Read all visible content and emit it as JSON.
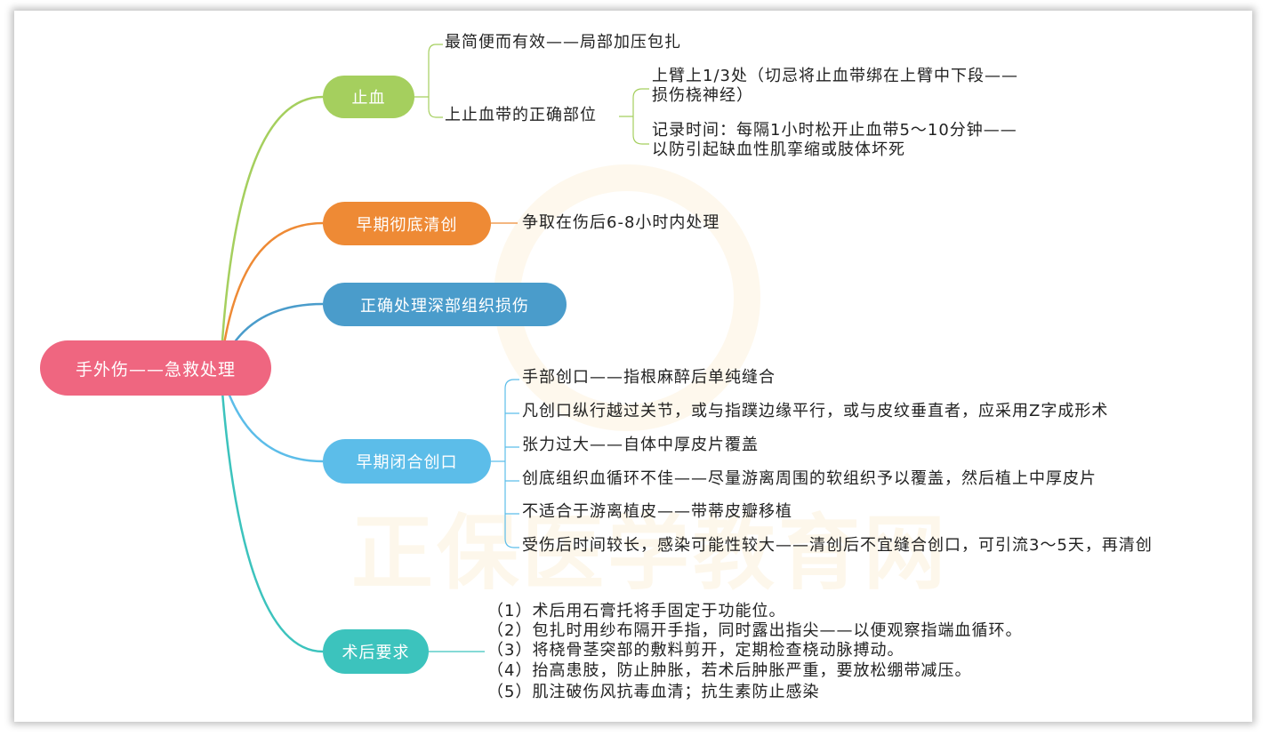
{
  "root": {
    "label": "手外伤——急救处理",
    "color": "#ef6680"
  },
  "watermark": "正保医学教育网",
  "branches": [
    {
      "label": "止血",
      "color": "#a5cf5e",
      "children": [
        {
          "text": "最简便而有效——局部加压包扎"
        },
        {
          "text": "上止血带的正确部位",
          "children": [
            {
              "lines": [
                "上臂上1/3处（切忌将止血带绑在上臂中下段——",
                "损伤桡神经）"
              ]
            },
            {
              "lines": [
                "记录时间：每隔1小时松开止血带5～10分钟——",
                "以防引起缺血性肌挛缩或肢体坏死"
              ]
            }
          ]
        }
      ]
    },
    {
      "label": "早期彻底清创",
      "color": "#ee8a35",
      "children": [
        {
          "text": "争取在伤后6-8小时内处理"
        }
      ]
    },
    {
      "label": "正确处理深部组织损伤",
      "color": "#4a9ccb",
      "children": []
    },
    {
      "label": "早期闭合创口",
      "color": "#5cbde9",
      "children": [
        {
          "text": "手部创口——指根麻醉后单纯缝合"
        },
        {
          "text": "凡创口纵行越过关节，或与指蹼边缘平行，或与皮纹垂直者，应采用Z字成形术"
        },
        {
          "text": "张力过大——自体中厚皮片覆盖"
        },
        {
          "text": "创底组织血循环不佳——尽量游离周围的软组织予以覆盖，然后植上中厚皮片"
        },
        {
          "text": "不适合于游离植皮——带蒂皮瓣移植"
        },
        {
          "text": "受伤后时间较长，感染可能性较大——清创后不宜缝合创口，可引流3～5天，再清创"
        }
      ]
    },
    {
      "label": "术后要求",
      "color": "#3cc3bd",
      "children": [
        {
          "text": "（1）术后用石膏托将手固定于功能位。"
        },
        {
          "text": "（2）包扎时用纱布隔开手指，同时露出指尖——以便观察指端血循环。"
        },
        {
          "text": "（3）将桡骨茎突部的敷料剪开，定期检查桡动脉搏动。"
        },
        {
          "text": "（4）抬高患肢，防止肿胀，若术后肿胀严重，要放松绷带减压。"
        },
        {
          "text": "（5）肌注破伤风抗毒血清；抗生素防止感染"
        }
      ]
    }
  ]
}
